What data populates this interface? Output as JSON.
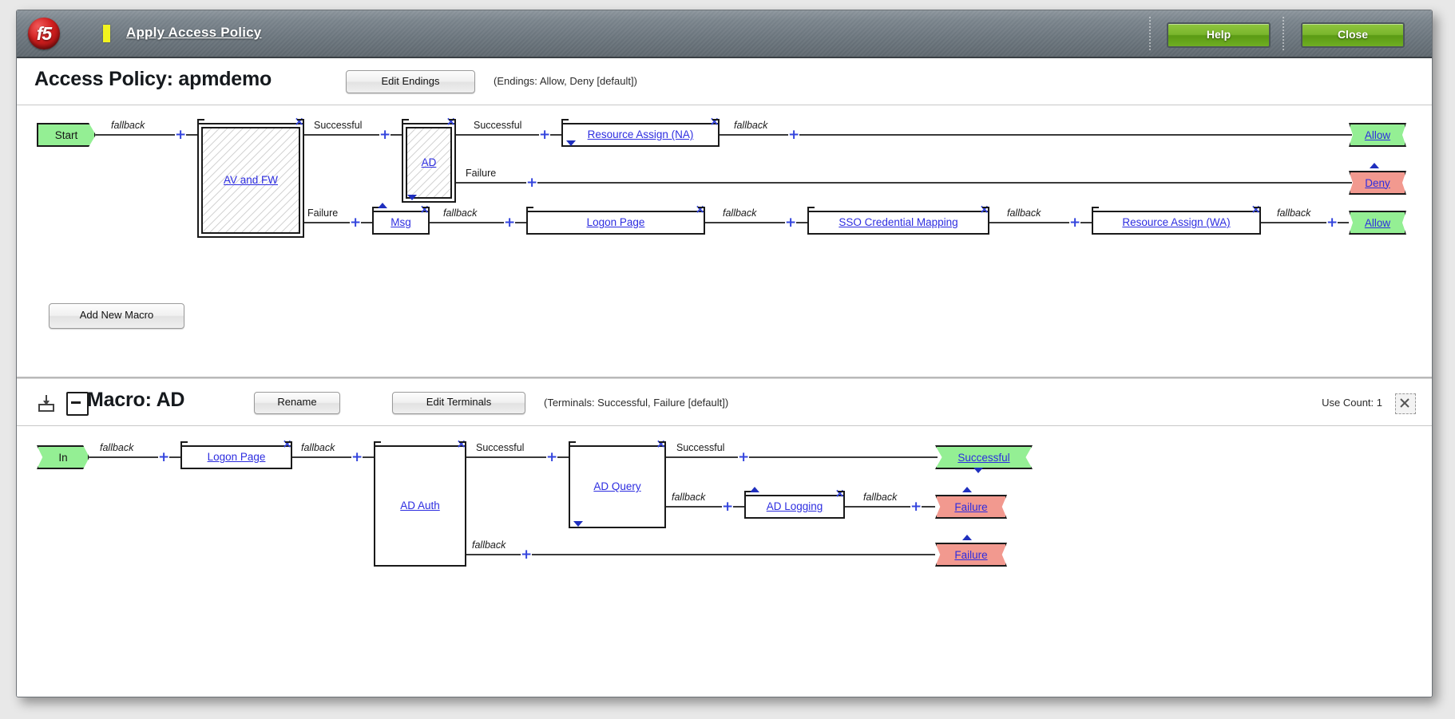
{
  "window": {
    "titlebar": {
      "logo": "f5",
      "title_link": "Apply Access Policy",
      "help_label": "Help",
      "close_label": "Close"
    }
  },
  "policy_header": {
    "title": "Access Policy: apmdemo",
    "edit_endings_label": "Edit Endings",
    "endings_note": "(Endings: Allow, Deny [default])"
  },
  "policy_flow": {
    "start": {
      "label": "Start"
    },
    "add_new_macro_label": "Add New Macro",
    "nodes": [
      {
        "label": "AV and FW",
        "type": "macro"
      },
      {
        "label": "AD",
        "type": "macro"
      },
      {
        "label": "Resource Assign (NA)",
        "type": "agent"
      },
      {
        "label": "Msg",
        "type": "agent"
      },
      {
        "label": "Logon Page",
        "type": "agent"
      },
      {
        "label": "SSO Credential Mapping",
        "type": "agent"
      },
      {
        "label": "Resource Assign (WA)",
        "type": "agent"
      }
    ],
    "branch_labels": {
      "fallback": "fallback",
      "successful": "Successful",
      "failure": "Failure"
    },
    "endings": [
      {
        "label": "Allow",
        "color": "green"
      },
      {
        "label": "Deny",
        "color": "red"
      },
      {
        "label": "Allow",
        "color": "green"
      }
    ]
  },
  "macro_header": {
    "title": "Macro: AD",
    "rename_label": "Rename",
    "edit_terminals_label": "Edit Terminals",
    "terminals_note": "(Terminals: Successful, Failure [default])",
    "use_count": "Use Count: 1"
  },
  "macro_flow": {
    "in": {
      "label": "In"
    },
    "nodes": [
      {
        "label": "Logon Page",
        "type": "agent"
      },
      {
        "label": "AD Auth",
        "type": "agent"
      },
      {
        "label": "AD Query",
        "type": "agent"
      },
      {
        "label": "AD Logging",
        "type": "agent"
      }
    ],
    "branch_labels": {
      "fallback": "fallback",
      "successful": "Successful"
    },
    "terminals": [
      {
        "label": "Successful",
        "color": "green"
      },
      {
        "label": "Failure",
        "color": "red"
      },
      {
        "label": "Failure",
        "color": "red"
      }
    ]
  },
  "icons": {
    "node_close": "×",
    "branch_add": "+",
    "export_macro": "export-icon",
    "collapse_macro": "minus-icon",
    "delete_macro": "close-icon"
  },
  "colors": {
    "accent_green": "#7cb52c",
    "link_blue": "#2d2de0",
    "ending_allow": "#94ef94",
    "ending_deny": "#f2998f",
    "titlebar": "#6c767e"
  }
}
